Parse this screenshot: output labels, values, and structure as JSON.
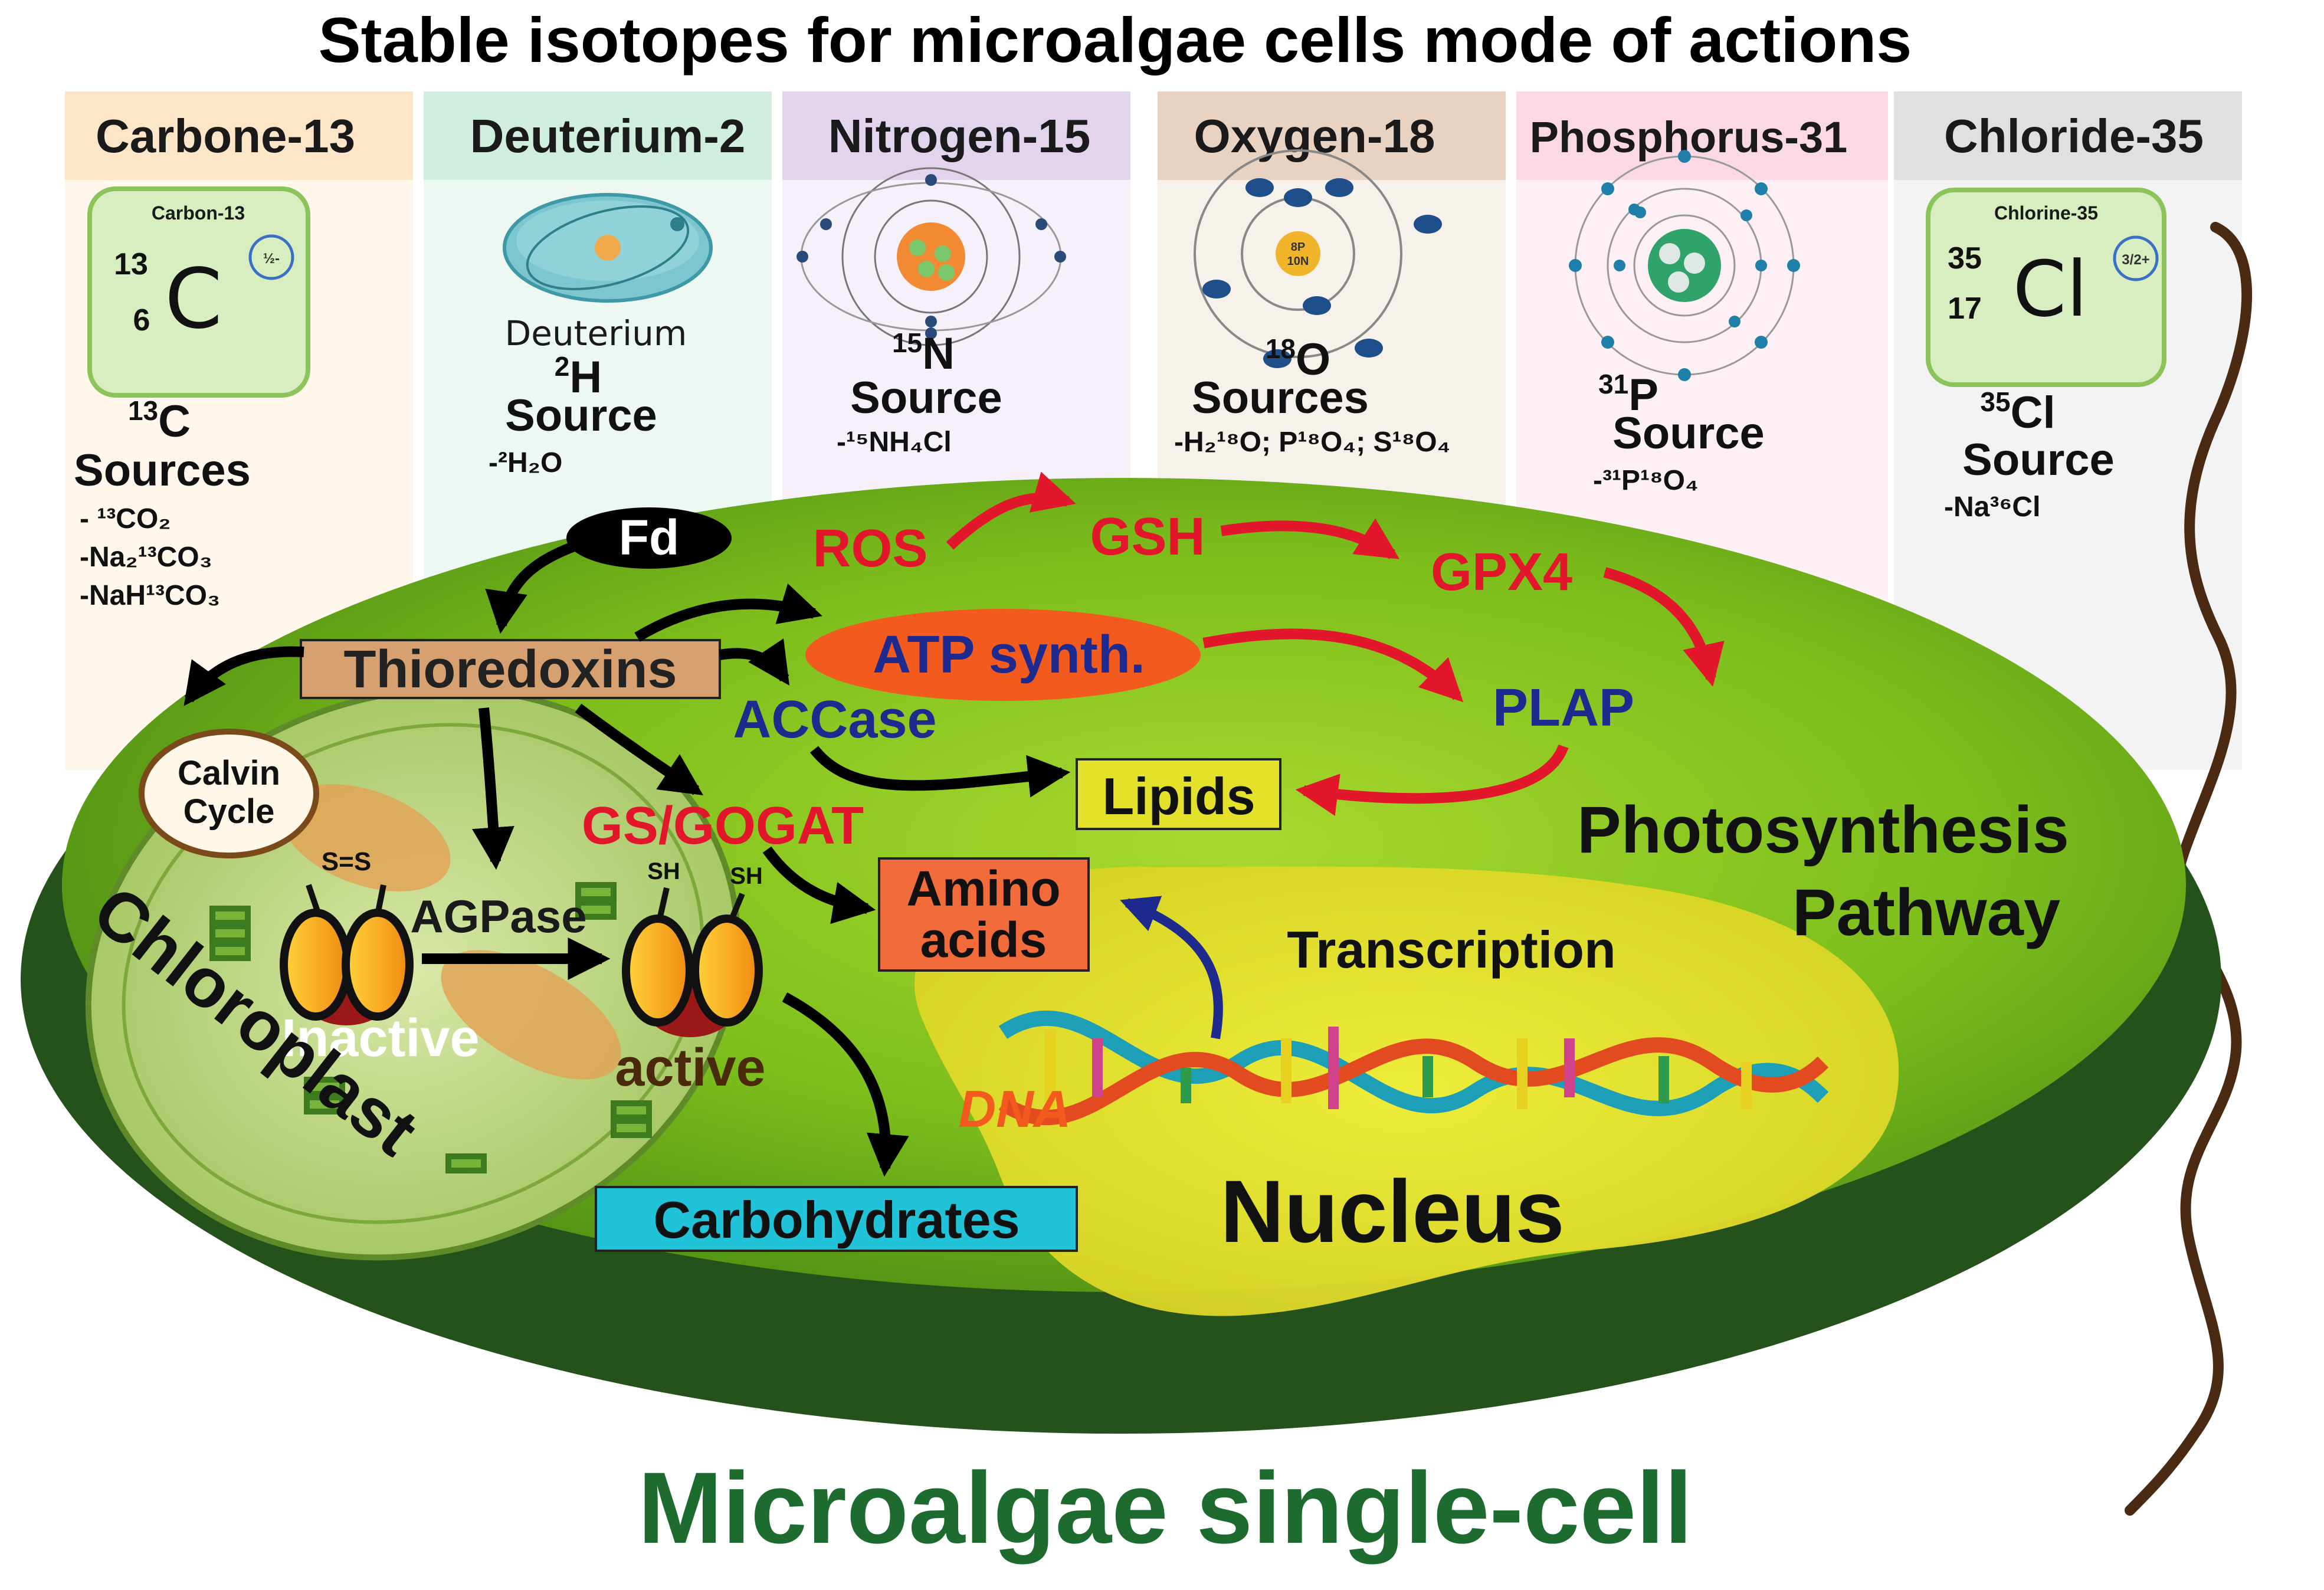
{
  "title": "Stable isotopes for microalgae cells mode of actions",
  "isotopes": [
    {
      "header": "Carbone-13",
      "tile_name": "Carbon-13",
      "mass": "13",
      "atomic": "6",
      "symbol": "C",
      "spin": "½-",
      "label_sup": "13",
      "label_sym": "C",
      "label_word": "Sources",
      "lines": [
        "- ¹³CO₂",
        "-Na₂¹³CO₃",
        "-NaH¹³CO₃"
      ],
      "colors": {
        "header_bg": "#fde6c8",
        "column_bg": "#fff6ec"
      }
    },
    {
      "header": "Deuterium-2",
      "image_caption": "Deuterium",
      "label_sup": "2",
      "label_sym": "H",
      "label_word": "Source",
      "lines": [
        "-²H₂O"
      ],
      "colors": {
        "header_bg": "#cfeedd",
        "column_bg": "#eef8f3"
      }
    },
    {
      "header": "Nitrogen-15",
      "label_sup": "15",
      "label_sym": "N",
      "label_word": "Source",
      "lines": [
        "-¹⁵NH₄Cl"
      ],
      "colors": {
        "header_bg": "#e3d4ee",
        "column_bg": "#f5f0f9"
      }
    },
    {
      "header": "Oxygen-18",
      "nucleus_text": [
        "8P",
        "10N"
      ],
      "label_sup": "18",
      "label_sym": "O",
      "label_word": "Sources",
      "lines": [
        "-H₂¹⁸O; P¹⁸O₄; S¹⁸O₄"
      ],
      "colors": {
        "header_bg": "#e8d2c2",
        "column_bg": "#f7f1ec"
      }
    },
    {
      "header": "Phosphorus-31",
      "label_sup": "31",
      "label_sym": "P",
      "label_word": "Source",
      "lines": [
        "-³¹P¹⁸O₄"
      ],
      "colors": {
        "header_bg": "#fbd8e6",
        "column_bg": "#fdf0f5"
      }
    },
    {
      "header": "Chloride-35",
      "tile_name": "Chlorine-35",
      "mass": "35",
      "atomic": "17",
      "symbol": "Cl",
      "spin": "3/2+",
      "label_sup": "35",
      "label_sym": "Cl",
      "label_word": "Source",
      "lines": [
        "-Na³⁶Cl"
      ],
      "colors": {
        "header_bg": "#e0e0e0",
        "column_bg": "#f3f3f3"
      }
    }
  ],
  "cell": {
    "fd": "Fd",
    "thioredoxins": "Thioredoxins",
    "calvin": [
      "Calvin",
      "Cycle"
    ],
    "ros": "ROS",
    "gsh": "GSH",
    "gpx4": "GPX4",
    "atp_synth": "ATP synth.",
    "accase": "ACCase",
    "plap": "PLAP",
    "lipids": "Lipids",
    "gs_gogat": "GS/GOGAT",
    "amino_acids": [
      "Amino",
      "acids"
    ],
    "agpase": "AGPase",
    "ss": "S=S",
    "sh": "SH",
    "inactive": "Inactive",
    "active": "active",
    "chloroplast": "Chloroplast",
    "carbohydrates": "Carbohydrates",
    "photosynthesis": [
      "Photosynthesis",
      "Pathway"
    ],
    "transcription": "Transcription",
    "dna": "DNA",
    "nucleus": "Nucleus"
  },
  "footer": "Microalgae single-cell",
  "colors": {
    "red_text": "#e2172b",
    "blue_text": "#1f2a8f",
    "cell_green": "#7fc21e",
    "rim_green": "#25521a",
    "footer_green": "#1e6b30",
    "lipids_box": "#e4e12a",
    "amino_box": "#f26b3a",
    "carb_box": "#20c3d8",
    "thio_box": "#d6a070",
    "flagellum": "#4a2a12"
  }
}
